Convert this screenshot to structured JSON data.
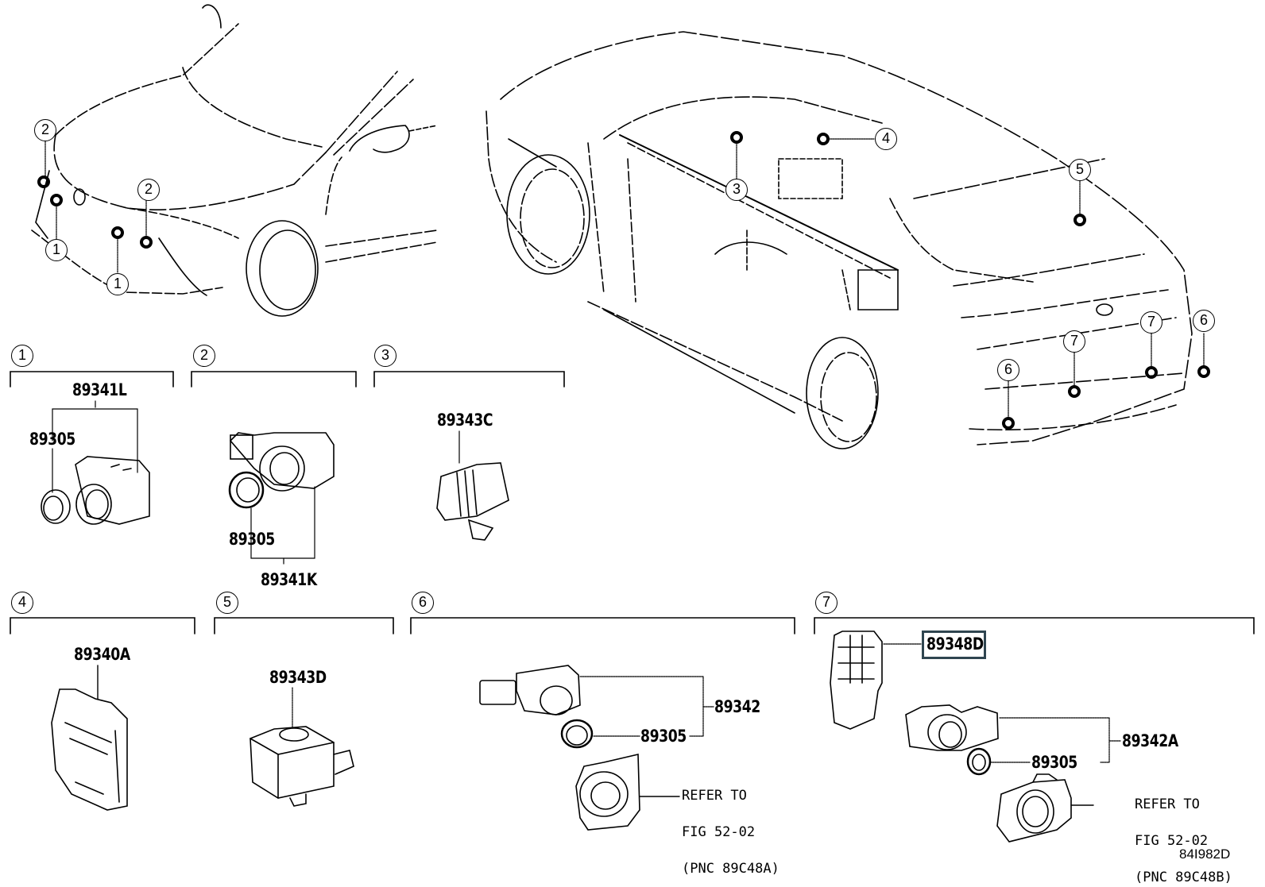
{
  "figure_id": "84I982D",
  "callouts": {
    "front": [
      "2",
      "1",
      "2",
      "1"
    ],
    "rear": [
      "3",
      "4",
      "5",
      "7",
      "7",
      "6",
      "6"
    ]
  },
  "groups": [
    {
      "number": "1",
      "parts": [
        "89341L",
        "89305"
      ]
    },
    {
      "number": "2",
      "parts": [
        "89305",
        "89341K"
      ]
    },
    {
      "number": "3",
      "parts": [
        "89343C"
      ]
    },
    {
      "number": "4",
      "parts": [
        "89340A"
      ]
    },
    {
      "number": "5",
      "parts": [
        "89343D"
      ]
    },
    {
      "number": "6",
      "parts": [
        "89342",
        "89305"
      ],
      "refer": [
        "REFER TO",
        "FIG 52-02",
        "(PNC 89C48A)"
      ]
    },
    {
      "number": "7",
      "parts": [
        "89348D",
        "89342A",
        "89305"
      ],
      "refer": [
        "REFER TO",
        "FIG 52-02",
        "(PNC 89C48B)"
      ],
      "highlighted": "89348D"
    }
  ],
  "highlight_color": "#2f4550"
}
